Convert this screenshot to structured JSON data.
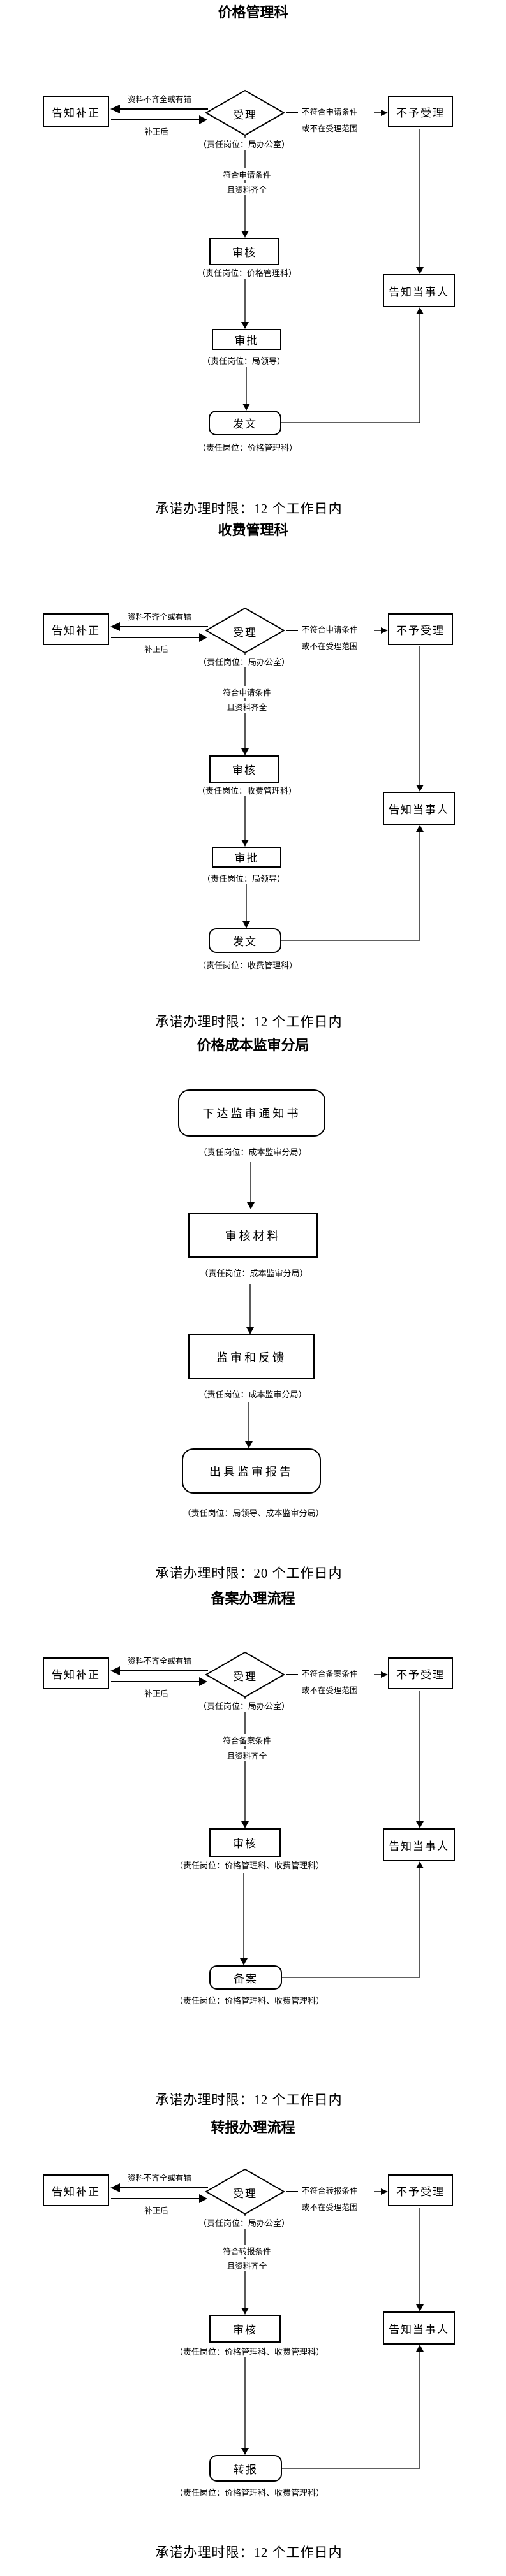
{
  "sections": [
    {
      "title": "价格管理科",
      "footer": "承诺办理时限：12 个工作日内",
      "nodes": {
        "notify": "告知补正",
        "accept": "受理",
        "reject": "不予受理",
        "inform": "告知当事人",
        "review": "审核",
        "approve": "审批",
        "final": "发文"
      },
      "labels": {
        "incomplete": "资料不齐全或有错",
        "corrected": "补正后",
        "fail1": "不符合申请条件",
        "fail2": "或不在受理范围",
        "pass1": "符合申请条件",
        "pass2": "且资料齐全",
        "resp_accept": "（责任岗位：局办公室）",
        "resp_review": "（责任岗位：价格管理科）",
        "resp_approve": "（责任岗位：局领导）",
        "resp_final": "（责任岗位：价格管理科）"
      }
    },
    {
      "title": "收费管理科",
      "footer": "承诺办理时限：12 个工作日内",
      "nodes": {
        "notify": "告知补正",
        "accept": "受理",
        "reject": "不予受理",
        "inform": "告知当事人",
        "review": "审核",
        "approve": "审批",
        "final": "发文"
      },
      "labels": {
        "incomplete": "资料不齐全或有错",
        "corrected": "补正后",
        "fail1": "不符合申请条件",
        "fail2": "或不在受理范围",
        "pass1": "符合申请条件",
        "pass2": "且资料齐全",
        "resp_accept": "（责任岗位：局办公室）",
        "resp_review": "（责任岗位：收费管理科）",
        "resp_approve": "（责任岗位：局领导）",
        "resp_final": "（责任岗位：收费管理科）"
      }
    },
    {
      "title": "价格成本监审分局",
      "footer": "承诺办理时限：20 个工作日内",
      "nodes": {
        "step1": "下达监审通知书",
        "step2": "审核材料",
        "step3": "监审和反馈",
        "step4": "出具监审报告"
      },
      "labels": {
        "resp1": "（责任岗位：成本监审分局）",
        "resp2": "（责任岗位：成本监审分局）",
        "resp3": "（责任岗位：成本监审分局）",
        "resp4": "（责任岗位：局领导、成本监审分局）"
      }
    },
    {
      "title": "备案办理流程",
      "footer": "承诺办理时限：12 个工作日内",
      "nodes": {
        "notify": "告知补正",
        "accept": "受理",
        "reject": "不予受理",
        "inform": "告知当事人",
        "review": "审核",
        "final": "备案"
      },
      "labels": {
        "incomplete": "资料不齐全或有错",
        "corrected": "补正后",
        "fail1": "不符合备案条件",
        "fail2": "或不在受理范围",
        "pass1": "符合备案条件",
        "pass2": "且资料齐全",
        "resp_accept": "（责任岗位：局办公室）",
        "resp_review": "（责任岗位：价格管理科、收费管理科）",
        "resp_final": "（责任岗位：价格管理科、收费管理科）"
      }
    },
    {
      "title": "转报办理流程",
      "footer": "承诺办理时限：12 个工作日内",
      "nodes": {
        "notify": "告知补正",
        "accept": "受理",
        "reject": "不予受理",
        "inform": "告知当事人",
        "review": "审核",
        "final": "转报"
      },
      "labels": {
        "incomplete": "资料不齐全或有错",
        "corrected": "补正后",
        "fail1": "不符合转报条件",
        "fail2": "或不在受理范围",
        "pass1": "符合转报条件",
        "pass2": "且资料齐全",
        "resp_accept": "（责任岗位：局办公室）",
        "resp_review": "（责任岗位：价格管理科、收费管理科）",
        "resp_final": "（责任岗位：价格管理科、收费管理科）"
      }
    }
  ]
}
